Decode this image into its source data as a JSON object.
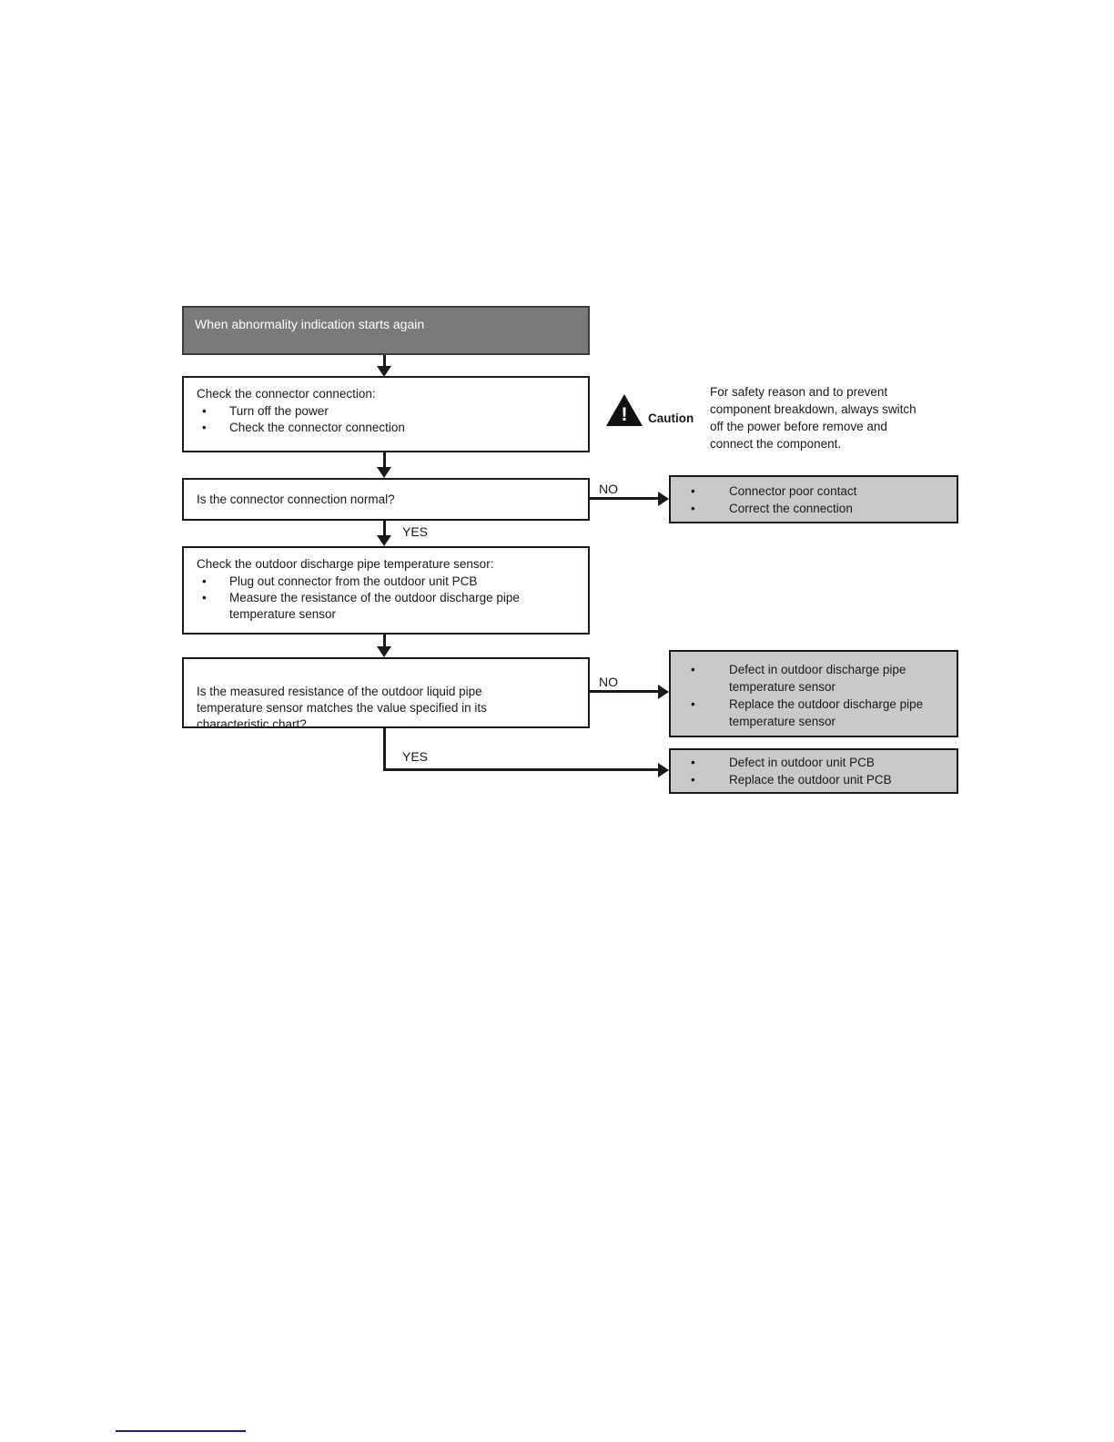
{
  "glyphs": {
    "bullet": "•"
  },
  "colors": {
    "header_bg": "#7a7a7a",
    "header_text": "#ffffff",
    "result_bg": "#c9c9c9",
    "box_border": "#1a1a1a",
    "footer_line": "#1b1b8e"
  },
  "flow": {
    "labels": {
      "yes": "YES",
      "no": "NO"
    },
    "start": "When abnormality indication starts again",
    "step_check_connector": {
      "title": "Check the connector connection:",
      "bullets": [
        "Turn off the power",
        "Check the connector connection"
      ]
    },
    "question_connector": "Is the connector connection normal?",
    "result_connector_no": {
      "bullets": [
        "Connector poor contact",
        "Correct the connection"
      ]
    },
    "step_check_sensor": {
      "title": "Check the outdoor discharge pipe temperature sensor:",
      "bullets": [
        "Plug out connector from the outdoor unit PCB",
        "Measure the resistance of the outdoor discharge pipe temperature sensor"
      ]
    },
    "question_resistance": "Is the measured resistance of the outdoor liquid pipe\ntemperature sensor matches the value specified in its\ncharacteristic chart?",
    "result_resistance_no": {
      "bullets": [
        "Defect in outdoor discharge pipe temperature sensor",
        "Replace the outdoor discharge pipe temperature sensor"
      ]
    },
    "result_resistance_yes": {
      "bullets": [
        "Defect in outdoor unit PCB",
        "Replace the outdoor unit PCB"
      ]
    }
  },
  "caution": {
    "label": "Caution",
    "icon_glyph": "!",
    "text": "For safety reason and to prevent\ncomponent breakdown, always switch\noff the power before remove and\nconnect the component."
  }
}
